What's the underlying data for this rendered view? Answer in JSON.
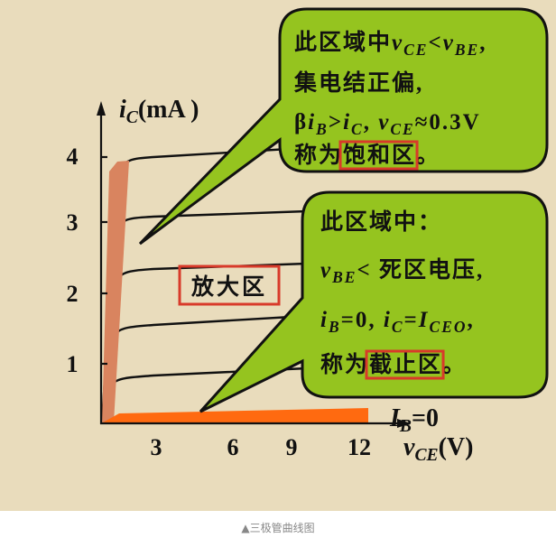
{
  "colors": {
    "background": "#e9dcbc",
    "bubble": "#95c41f",
    "saturation_band": "#d9845f",
    "cutoff_band": "#ff6a10",
    "highlight_box": "#d83a2a"
  },
  "axes": {
    "y_label": [
      {
        "t": "i",
        "i": true
      },
      {
        "t": "C",
        "i": true,
        "sub": true
      },
      {
        "t": "(mA  )"
      }
    ],
    "x_label": [
      {
        "t": "v",
        "i": true
      },
      {
        "t": "CE",
        "i": true,
        "sub": true
      },
      {
        "t": "(V)"
      }
    ],
    "y_ticks": [
      "1",
      "2",
      "3",
      "4"
    ],
    "x_ticks": [
      "3",
      "6",
      "9",
      "12"
    ]
  },
  "curve_label": [
    {
      "t": "I",
      "i": true
    },
    {
      "t": "B",
      "i": true,
      "sub": true
    },
    {
      "t": "=0"
    }
  ],
  "active_region_label": "放大区",
  "saturation_bubble": {
    "lines": [
      [
        {
          "t": "此区域中"
        },
        {
          "t": "v",
          "i": true
        },
        {
          "t": "CE",
          "i": true,
          "sub": true
        },
        {
          "t": "<"
        },
        {
          "t": "v",
          "i": true
        },
        {
          "t": "BE",
          "i": true,
          "sub": true
        },
        {
          "t": ","
        }
      ],
      [
        {
          "t": "集电结正偏,"
        }
      ],
      [
        {
          "t": "β"
        },
        {
          "t": "i",
          "i": true
        },
        {
          "t": "B",
          "i": true,
          "sub": true
        },
        {
          "t": ">"
        },
        {
          "t": "i",
          "i": true
        },
        {
          "t": "C",
          "i": true,
          "sub": true
        },
        {
          "t": ", "
        },
        {
          "t": "v",
          "i": true
        },
        {
          "t": "CE",
          "i": true,
          "sub": true
        },
        {
          "t": "≈0.3V"
        }
      ],
      [
        {
          "t": "称为"
        },
        {
          "t": "饱和区",
          "box": true
        },
        {
          "t": "。"
        }
      ]
    ]
  },
  "cutoff_bubble": {
    "lines": [
      [
        {
          "t": "此区域中："
        }
      ],
      [
        {
          "t": "v",
          "i": true
        },
        {
          "t": "BE",
          "i": true,
          "sub": true
        },
        {
          "t": "< 死区电压,"
        }
      ],
      [
        {
          "t": "i",
          "i": true
        },
        {
          "t": "B",
          "i": true,
          "sub": true
        },
        {
          "t": "=0, "
        },
        {
          "t": "i",
          "i": true
        },
        {
          "t": "C",
          "i": true,
          "sub": true
        },
        {
          "t": "="
        },
        {
          "t": "I",
          "i": true
        },
        {
          "t": "CEO",
          "i": true,
          "sub": true
        },
        {
          "t": ","
        }
      ],
      [
        {
          "t": "称为"
        },
        {
          "t": "截止区",
          "box": true
        },
        {
          "t": "。"
        }
      ]
    ]
  },
  "caption": "▲三极管曲线图"
}
